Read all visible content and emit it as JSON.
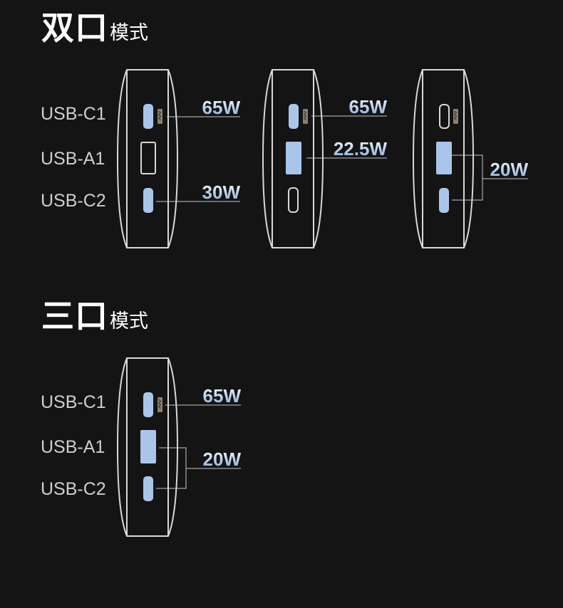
{
  "sections": {
    "dual": {
      "title_big": "双口",
      "title_small": "模式"
    },
    "triple": {
      "title_big": "三口",
      "title_small": "模式"
    }
  },
  "port_labels": {
    "c1": "USB-C1",
    "a1": "USB-A1",
    "c2": "USB-C2"
  },
  "watts": {
    "d1_c1": "65W",
    "d1_c2": "30W",
    "d2_c1": "65W",
    "d2_a1": "22.5W",
    "d3_shared": "20W",
    "t_c1": "65W",
    "t_shared": "20W"
  },
  "colors": {
    "background": "#141414",
    "outline": "#d8d8d8",
    "active_port": "#a9c6ea",
    "leader_line": "#c8c8c8",
    "watt_gradient_top": "#ffffff",
    "watt_gradient_bottom": "#7fa8d8"
  }
}
